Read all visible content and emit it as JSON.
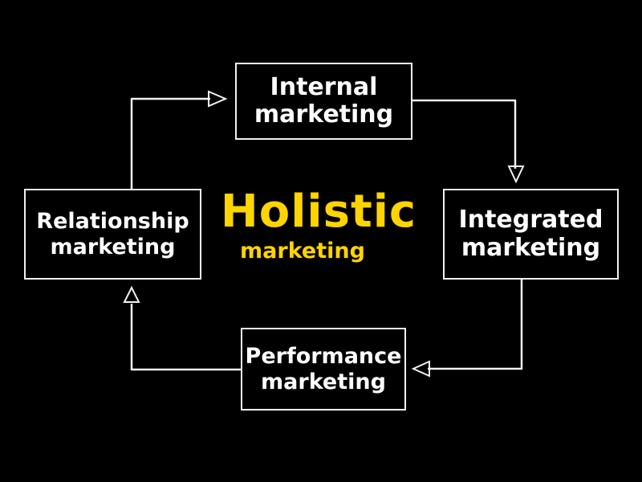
{
  "colors": {
    "background": "#000000",
    "box_stroke": "#f2f2f2",
    "box_text": "#ffffff",
    "accent": "#ffd400"
  },
  "center": {
    "title": "Holistic",
    "subtitle": "marketing"
  },
  "nodes": {
    "internal": {
      "line1": "Internal",
      "line2": "marketing"
    },
    "integrated": {
      "line1": "Integrated",
      "line2": "marketing"
    },
    "performance": {
      "line1": "Performance",
      "line2": "marketing"
    },
    "relationship": {
      "line1": "Relationship",
      "line2": "marketing"
    }
  },
  "edges": [
    {
      "from": "internal",
      "to": "integrated"
    },
    {
      "from": "integrated",
      "to": "performance"
    },
    {
      "from": "performance",
      "to": "relationship"
    },
    {
      "from": "relationship",
      "to": "internal"
    }
  ]
}
